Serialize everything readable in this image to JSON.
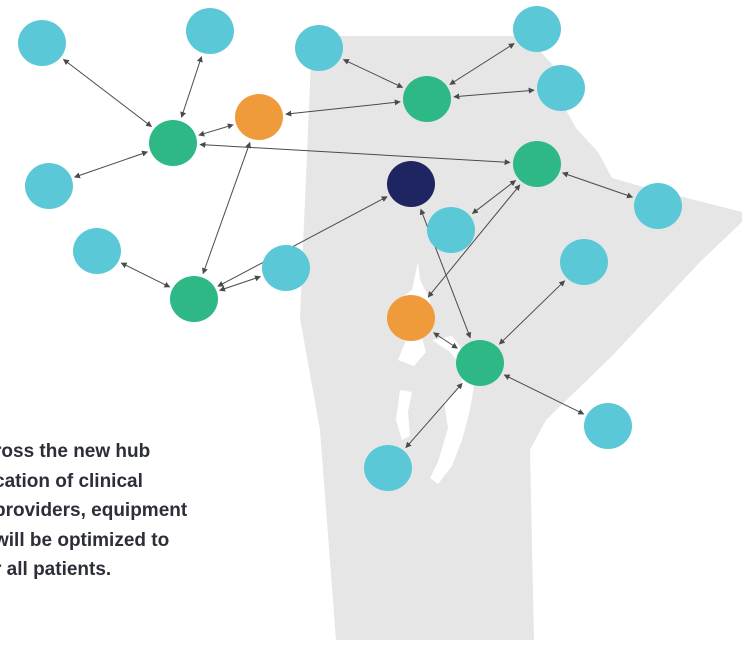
{
  "colors": {
    "map_fill": "#e6e6e6",
    "lake_fill": "#ffffff",
    "hub": "#2db886",
    "spoke": "#5bc8d8",
    "regional": "#ef9a3b",
    "central": "#1f2560",
    "arrow": "#4a4a4a",
    "text": "#2c2f3a"
  },
  "caption": {
    "lines": [
      "ross the new hub",
      "cation of clinical",
      " providers, equipment",
      " will be optimized to",
      "r all patients."
    ]
  },
  "network": {
    "nodes": [
      {
        "id": "hub-nw",
        "type": "hub"
      },
      {
        "id": "hub-west-low",
        "type": "hub"
      },
      {
        "id": "hub-north",
        "type": "hub"
      },
      {
        "id": "hub-east",
        "type": "hub"
      },
      {
        "id": "hub-south",
        "type": "hub"
      },
      {
        "id": "regional-west",
        "type": "regional"
      },
      {
        "id": "regional-south",
        "type": "regional"
      },
      {
        "id": "central",
        "type": "central"
      },
      {
        "id": "spoke-1",
        "type": "spoke"
      },
      {
        "id": "spoke-2",
        "type": "spoke"
      },
      {
        "id": "spoke-3",
        "type": "spoke"
      },
      {
        "id": "spoke-4",
        "type": "spoke"
      },
      {
        "id": "spoke-5",
        "type": "spoke"
      },
      {
        "id": "spoke-6",
        "type": "spoke"
      },
      {
        "id": "spoke-7",
        "type": "spoke"
      },
      {
        "id": "spoke-8",
        "type": "spoke"
      },
      {
        "id": "spoke-9",
        "type": "spoke"
      },
      {
        "id": "spoke-10",
        "type": "spoke"
      },
      {
        "id": "spoke-11",
        "type": "spoke"
      },
      {
        "id": "spoke-12",
        "type": "spoke"
      },
      {
        "id": "spoke-13",
        "type": "spoke"
      },
      {
        "id": "spoke-14",
        "type": "spoke"
      },
      {
        "id": "spoke-15",
        "type": "spoke"
      }
    ],
    "links": [
      [
        "hub-nw",
        "spoke-1"
      ],
      [
        "hub-nw",
        "spoke-2"
      ],
      [
        "hub-nw",
        "spoke-3"
      ],
      [
        "hub-nw",
        "regional-west"
      ],
      [
        "hub-nw",
        "hub-east"
      ],
      [
        "regional-west",
        "hub-west-low"
      ],
      [
        "regional-west",
        "hub-north"
      ],
      [
        "hub-west-low",
        "spoke-4"
      ],
      [
        "hub-west-low",
        "spoke-5"
      ],
      [
        "hub-west-low",
        "central"
      ],
      [
        "hub-north",
        "spoke-6"
      ],
      [
        "hub-north",
        "spoke-7"
      ],
      [
        "hub-north",
        "spoke-8"
      ],
      [
        "hub-east",
        "spoke-9"
      ],
      [
        "hub-east",
        "spoke-10"
      ],
      [
        "hub-east",
        "regional-south"
      ],
      [
        "central",
        "hub-south"
      ],
      [
        "regional-south",
        "hub-south"
      ],
      [
        "hub-south",
        "spoke-11"
      ],
      [
        "hub-south",
        "spoke-12"
      ],
      [
        "hub-south",
        "spoke-13"
      ]
    ]
  }
}
